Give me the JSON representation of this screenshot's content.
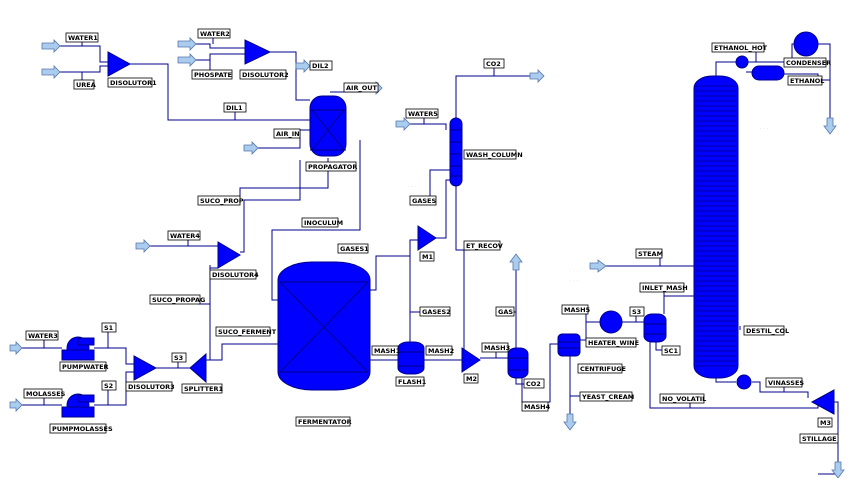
{
  "streams": {
    "water1": "WATER1",
    "urea": "UREA",
    "water2": "WATER2",
    "phosphate": "PHOSPATE",
    "dil2": "DIL2",
    "dil1": "DIL1",
    "air_out": "AIR_OUT",
    "air_in": "AIR_IN",
    "suco_prop": "SUCO_PROP",
    "water4": "WATER4",
    "inoculum": "INOCULUM",
    "suco_propag": "SUCO_PROPAG",
    "suco_ferment": "SUCO_FERMENT",
    "water3": "WATER3",
    "s1": "S1",
    "s3": "S3",
    "molasses": "MOLASSES",
    "s2": "S2",
    "co2": "CO2",
    "water5": "WATER5",
    "gases": "GASES",
    "gases1": "GASES1",
    "gases2": "GASES2",
    "et_recov": "ET_RECOV",
    "mash1": "MASH1",
    "mash2": "MASH2",
    "mash3": "MASH3",
    "mash4": "MASH4",
    "mash5": "MASH5",
    "gas": "GAS",
    "co2b": "CO2",
    "yeast_cream": "YEAST_CREAM",
    "steam": "STEAM",
    "inlet_mash": "INLET_MASH",
    "s3b": "S3",
    "sc1": "SC1",
    "no_volatil": "NO_VOLATIL",
    "ethanol_hot": "ETHANOL_HOT",
    "ethanol": "ETHANOL",
    "vinasses": "VINASSES",
    "stillage": "STILLAGE"
  },
  "units": {
    "dissolutor1": "DISOLUTOR1",
    "dissolutor2": "DISOLUTOR2",
    "propagator": "PROPAGATOR",
    "dissolutor4": "DISOLUTOR4",
    "dissolutor3": "DISOLUTOR3",
    "splitter1": "SPLITTER1",
    "pumpwater": "PUMPWATER",
    "pumpmolasses": "PUMPMOLASSES",
    "fermentator": "FERMENTATOR",
    "wash_column": "WASH_COLUMN",
    "m1": "M1",
    "flash1": "FLASH1",
    "m2": "M2",
    "heater_wine": "HEATER_WINE",
    "centrifuge": "CENTRIFUGE",
    "condenser": "CONDENSER",
    "destil_col": "DESTIL_COL",
    "m3": "M3"
  },
  "colors": {
    "equipment": "#0000ff",
    "lines": "#00008b",
    "arrows": "#aaccee"
  }
}
